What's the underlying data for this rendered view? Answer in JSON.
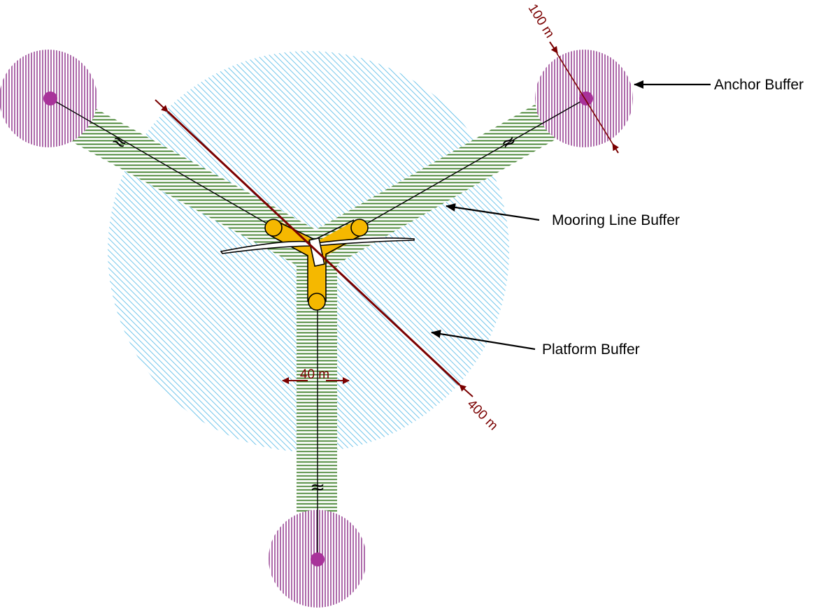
{
  "labels": {
    "anchor_buffer": "Anchor Buffer",
    "mooring_line_buffer": "Mooring Line Buffer",
    "platform_buffer": "Platform Buffer"
  },
  "dimensions": {
    "anchor_diameter": "100 m",
    "platform_diameter": "400 m",
    "mooring_width": "40 m"
  },
  "break_symbol": "≈",
  "colors": {
    "platform_hatch": "#4fb8e6",
    "mooring_hatch": "#3f7f2a",
    "anchor_hatch": "#8a2a86",
    "anchor_point": "#a8329a",
    "platform_fill": "#f5b800",
    "dimension_line": "#7a0000",
    "line": "#000000"
  }
}
